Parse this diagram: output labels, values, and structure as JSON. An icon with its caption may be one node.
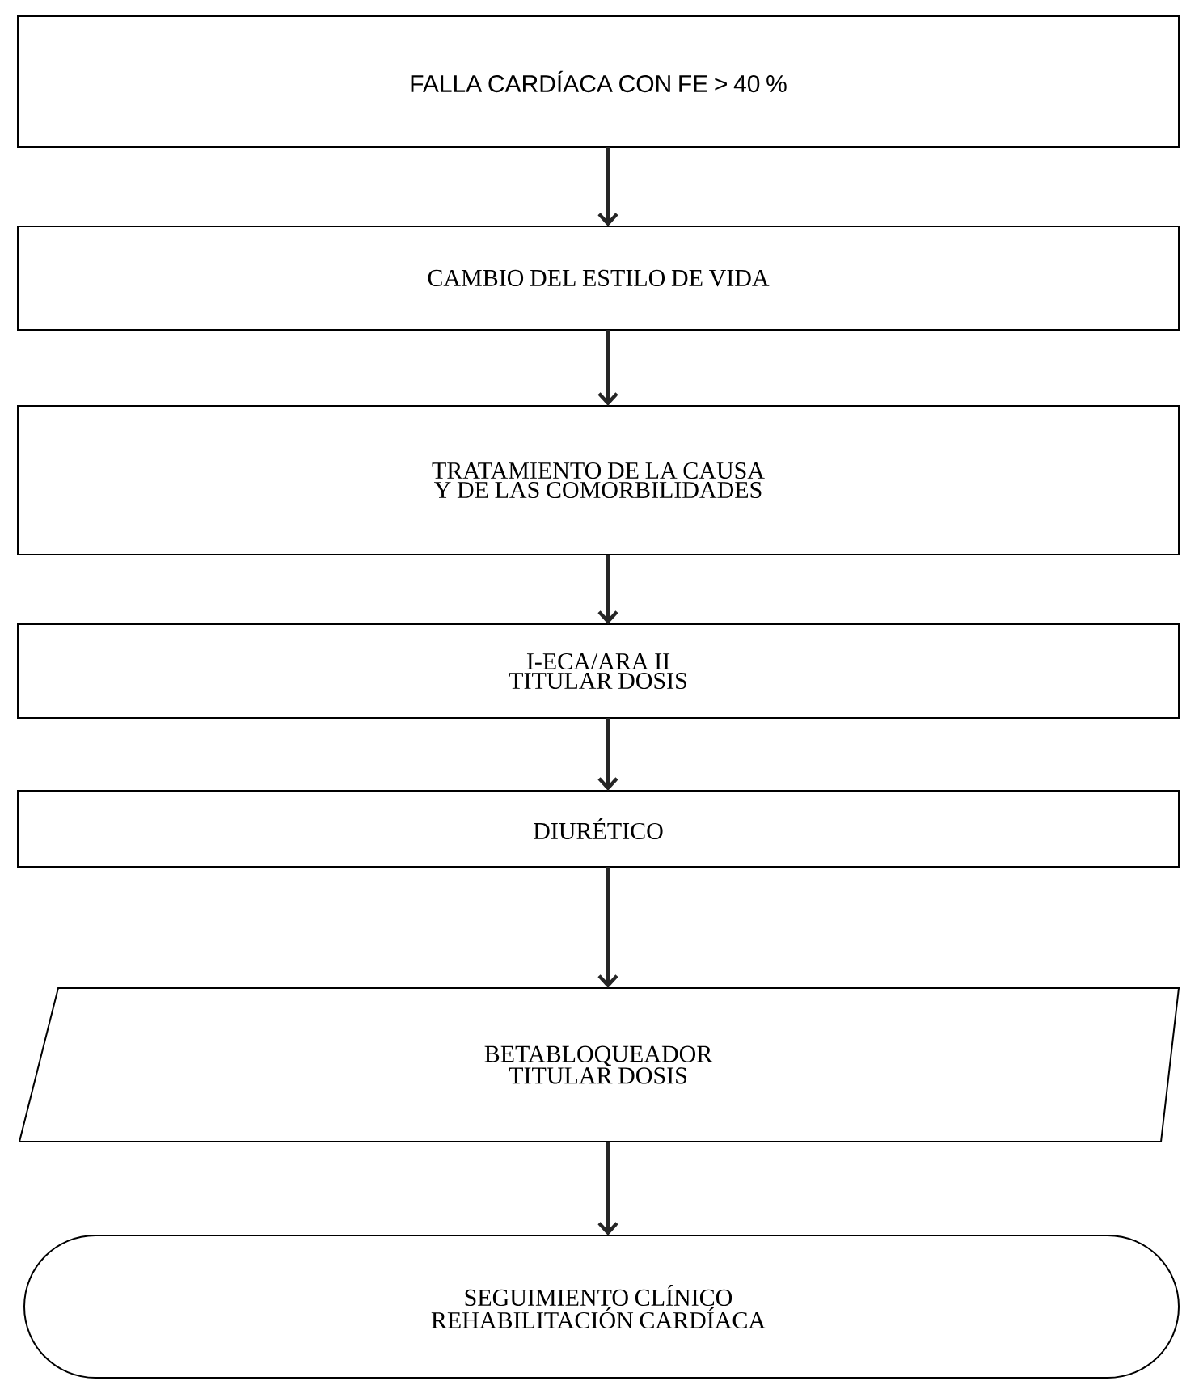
{
  "diagram": {
    "nodes": [
      {
        "text": [
          "FALLA CARDÍACA CON FE > 40 %"
        ]
      },
      {
        "text": [
          "CAMBIO DEL ESTILO DE VIDA"
        ]
      },
      {
        "text": [
          "TRATAMIENTO DE LA CAUSA Y DE LAS COMORBILIDADES"
        ]
      },
      {
        "text": [
          "I-ECA/ARA II TITULAR DOSIS"
        ]
      },
      {
        "text": [
          "DIURÉTICO"
        ]
      },
      {
        "text": [
          "BETABLOQUEADOR TITULAR DOSIS"
        ]
      },
      {
        "text": [
          "SEGUIMIENTO CLÍNICO REHABILITACIÓN CARDÍACA"
        ]
      }
    ],
    "edges": [
      {
        "from": 0,
        "to": 1,
        "arrow": "to"
      },
      {
        "from": 1,
        "to": 2,
        "arrow": "to"
      },
      {
        "from": 2,
        "to": 3,
        "arrow": "to"
      },
      {
        "from": 3,
        "to": 4,
        "arrow": "to"
      },
      {
        "from": 4,
        "to": 5,
        "arrow": "to"
      },
      {
        "from": 5,
        "to": 6,
        "arrow": "to"
      }
    ]
  }
}
